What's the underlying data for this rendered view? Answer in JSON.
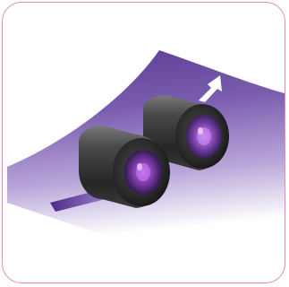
{
  "icon": {
    "name": "roller-on-sheet-illustration",
    "depicts": [
      "curved-sheet",
      "feed-direction-arrow",
      "rollers"
    ]
  },
  "colors": {
    "frame_border": "#e58ac0",
    "sheet_deep": "#5b3b92",
    "sheet_mid": "#8a6bb8",
    "sheet_light": "#c9b9e0",
    "stripe": "#5a2f9a",
    "roller_body_dark": "#202020",
    "roller_body_light": "#6a6a6a",
    "hub": "#8e4ab9",
    "arrow": "#ffffff"
  }
}
